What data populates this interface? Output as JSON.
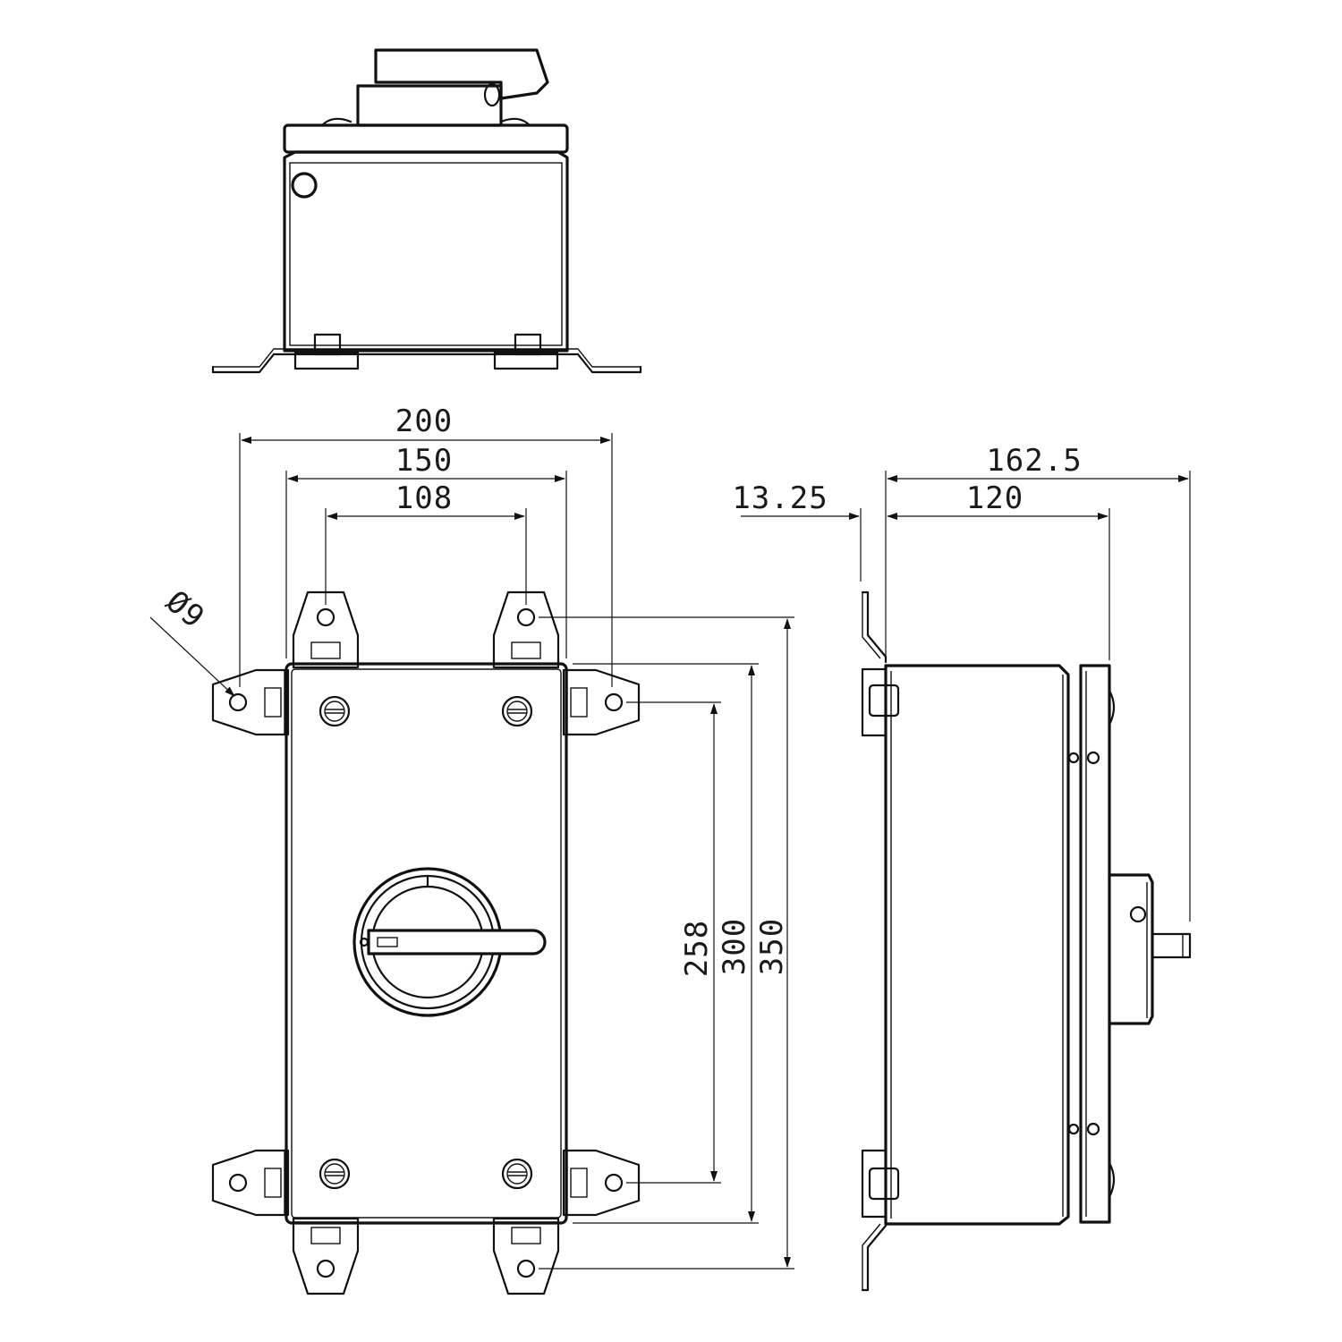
{
  "drawing": {
    "views": [
      "top-view",
      "front-view",
      "side-view"
    ]
  },
  "dimensions": {
    "overall_width": "200",
    "body_width": "150",
    "lug_spacing": "108",
    "hole_diameter": "Ø9",
    "lug_vertical_spacing": "258",
    "body_height": "300",
    "overall_height": "350",
    "overall_depth": "162.5",
    "bracket_offset": "13.25",
    "body_depth": "120"
  }
}
